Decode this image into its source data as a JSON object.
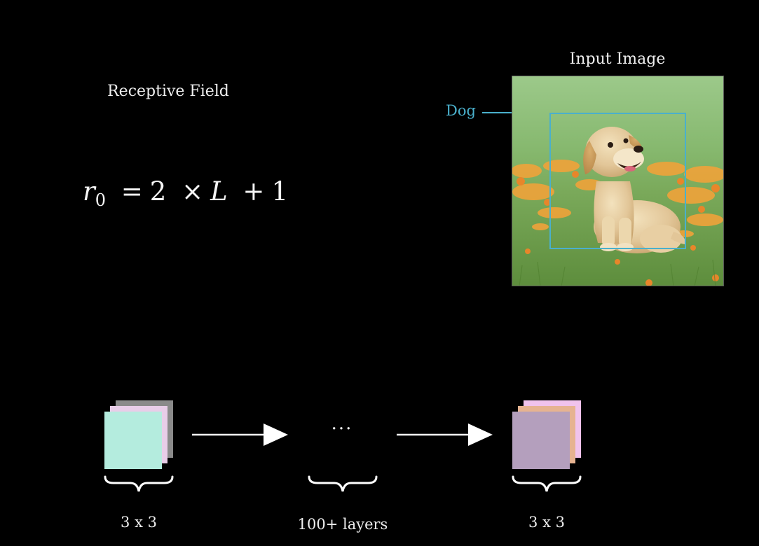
{
  "receptive_field": {
    "title": "Receptive Field",
    "formula": {
      "lhs_var": "r",
      "lhs_sub": "0",
      "equals": "=",
      "coef": "2",
      "times": "×",
      "var": "L",
      "plus": "+",
      "const": "1"
    }
  },
  "input_image": {
    "title": "Input Image",
    "label": "Dog",
    "label_color": "#4ab0cc"
  },
  "pipeline": {
    "start": {
      "caption": "3 x 3",
      "colors": [
        "#8a8a8a",
        "#e8cde8",
        "#b4ecde"
      ]
    },
    "middle": {
      "ellipsis": "···",
      "caption": "100+ layers"
    },
    "end": {
      "caption": "3 x 3",
      "colors": [
        "#f0c3ec",
        "#e6b391",
        "#b49fbd"
      ]
    }
  }
}
